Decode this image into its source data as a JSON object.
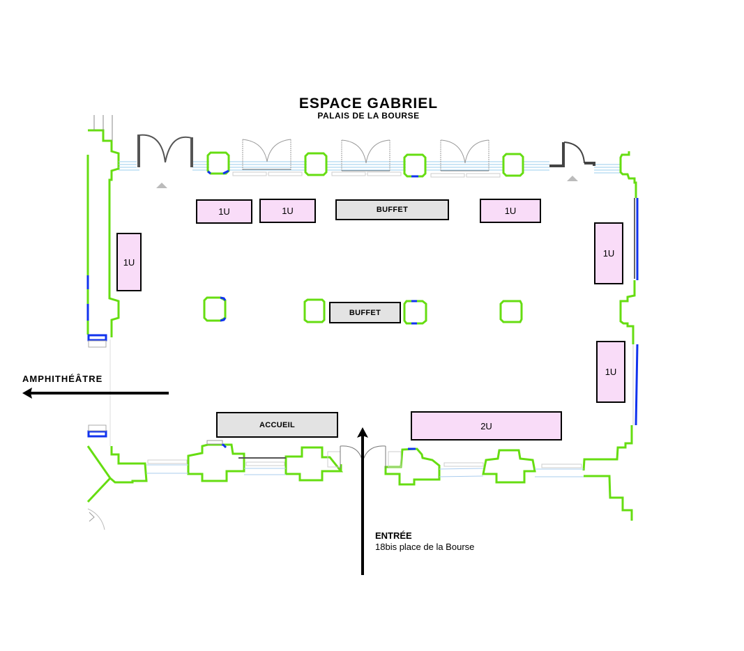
{
  "header": {
    "title": "ESPACE GABRIEL",
    "subtitle": "PALAIS DE LA BOURSE"
  },
  "directions": {
    "amphitheatre": "AMPHITHÉÂTRE",
    "entrance_title": "ENTRÉE",
    "entrance_address": "18bis place de la Bourse"
  },
  "stands": [
    {
      "id": "stand-top-1",
      "label": "1U",
      "type": "stand"
    },
    {
      "id": "stand-top-2",
      "label": "1U",
      "type": "stand"
    },
    {
      "id": "stand-top-3",
      "label": "1U",
      "type": "stand"
    },
    {
      "id": "stand-left",
      "label": "1U",
      "type": "stand"
    },
    {
      "id": "stand-right-1",
      "label": "1U",
      "type": "stand"
    },
    {
      "id": "stand-right-2",
      "label": "1U",
      "type": "stand"
    },
    {
      "id": "stand-bottom-2u",
      "label": "2U",
      "type": "stand"
    }
  ],
  "service_areas": [
    {
      "id": "buffet-top",
      "label": "BUFFET"
    },
    {
      "id": "buffet-center",
      "label": "BUFFET"
    },
    {
      "id": "accueil",
      "label": "ACCUEIL"
    }
  ],
  "colors": {
    "wall": "#66dd11",
    "wall_accent": "#1133ee",
    "stand_fill": "#f9dcf8",
    "service_fill": "#e3e3e3",
    "window": "#99ccee",
    "door": "#555555"
  }
}
